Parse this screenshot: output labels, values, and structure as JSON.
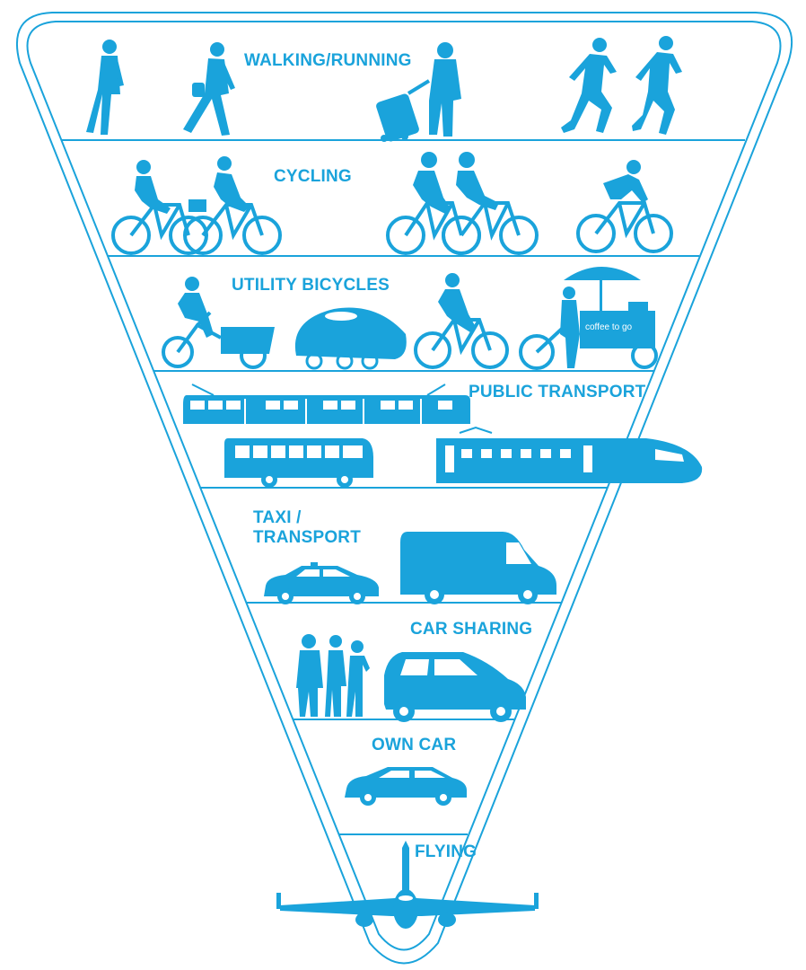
{
  "pyramid": {
    "accent_color": "#1aa3db",
    "tiers": [
      {
        "id": "walking",
        "label": "WALKING/RUNNING",
        "icons": [
          "walking-person-icon",
          "walking-person-with-bag-icon",
          "person-with-rolling-suitcase-icon",
          "running-man-icon",
          "running-woman-icon"
        ]
      },
      {
        "id": "cycling",
        "label": "CYCLING",
        "icons": [
          "cyclist-icon",
          "cyclist-icon",
          "cyclist-icon",
          "cyclist-icon",
          "road-cyclist-icon"
        ]
      },
      {
        "id": "utility-bicycles",
        "label": "UTILITY BICYCLES",
        "icons": [
          "cargo-bike-icon",
          "velomobile-icon",
          "cyclist-icon",
          "coffee-cart-bike-icon"
        ]
      },
      {
        "id": "public-transport",
        "label": "PUBLIC TRANSPORT",
        "icons": [
          "tram-icon",
          "bus-icon",
          "high-speed-train-icon"
        ]
      },
      {
        "id": "taxi-transport",
        "label": "TAXI /\nTRANSPORT",
        "icons": [
          "taxi-icon",
          "delivery-van-icon"
        ]
      },
      {
        "id": "car-sharing",
        "label": "CAR SHARING",
        "icons": [
          "group-of-people-icon",
          "hatchback-car-icon"
        ]
      },
      {
        "id": "own-car",
        "label": "OWN CAR",
        "icons": [
          "sedan-car-icon"
        ]
      },
      {
        "id": "flying",
        "label": "FLYING",
        "icons": [
          "airplane-icon"
        ]
      }
    ],
    "coffee_cart_sign": "coffee to go"
  }
}
